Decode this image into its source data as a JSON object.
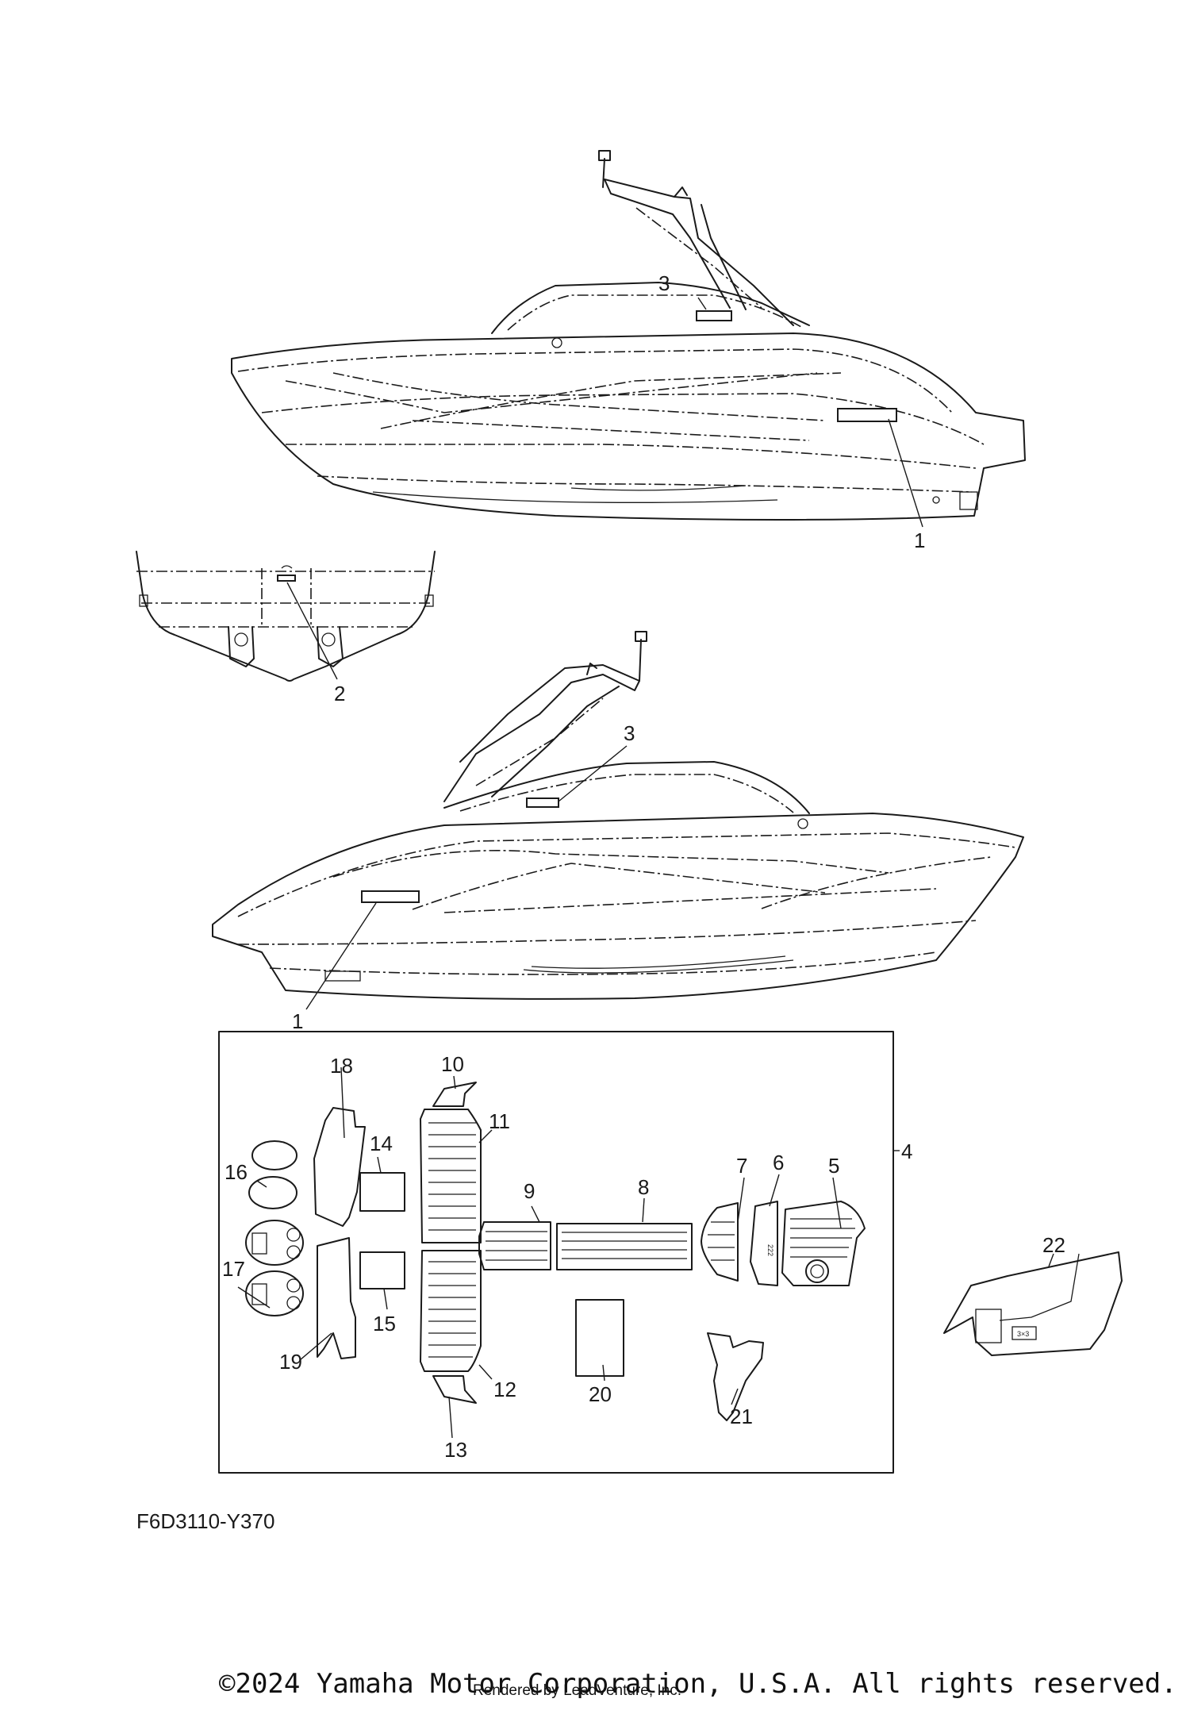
{
  "callouts": {
    "c1a": "1",
    "c1b": "1",
    "c2": "2",
    "c3a": "3",
    "c3b": "3",
    "c4": "4",
    "c5": "5",
    "c6": "6",
    "c7": "7",
    "c8": "8",
    "c9": "9",
    "c10": "10",
    "c11": "11",
    "c12": "12",
    "c13": "13",
    "c14": "14",
    "c15": "15",
    "c16": "16",
    "c17": "17",
    "c18": "18",
    "c19": "19",
    "c20": "20",
    "c21": "21",
    "c22": "22"
  },
  "footer": {
    "diagram_code": "F6D3110-Y370",
    "copyright": "©2024 Yamaha Motor Corporation, U.S.A. All rights reserved.",
    "rendered_by": "Rendered by LeadVenture, Inc."
  }
}
